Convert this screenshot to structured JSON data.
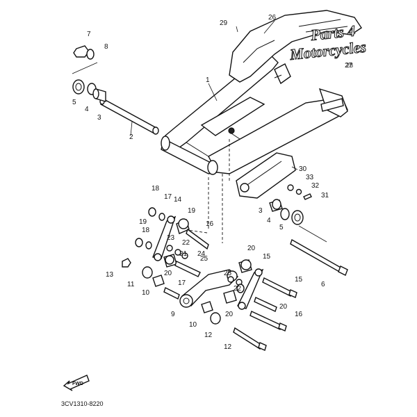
{
  "diagram": {
    "diagram_code": "3CV1310-8220",
    "watermark": {
      "line1": "Parts 4",
      "line2": "Motorcycles",
      "number": "28"
    },
    "fwd_label": "FWD",
    "callouts": [
      "1",
      "2",
      "3",
      "3",
      "4",
      "4",
      "5",
      "5",
      "6",
      "7",
      "8",
      "9",
      "10",
      "10",
      "11",
      "12",
      "12",
      "13",
      "14",
      "15",
      "15",
      "16",
      "16",
      "17",
      "17",
      "18",
      "18",
      "19",
      "19",
      "20",
      "20",
      "20",
      "20",
      "21",
      "22",
      "22",
      "23",
      "24",
      "25",
      "25",
      "26",
      "27",
      "28",
      "29",
      "30",
      "31",
      "32",
      "33"
    ]
  }
}
